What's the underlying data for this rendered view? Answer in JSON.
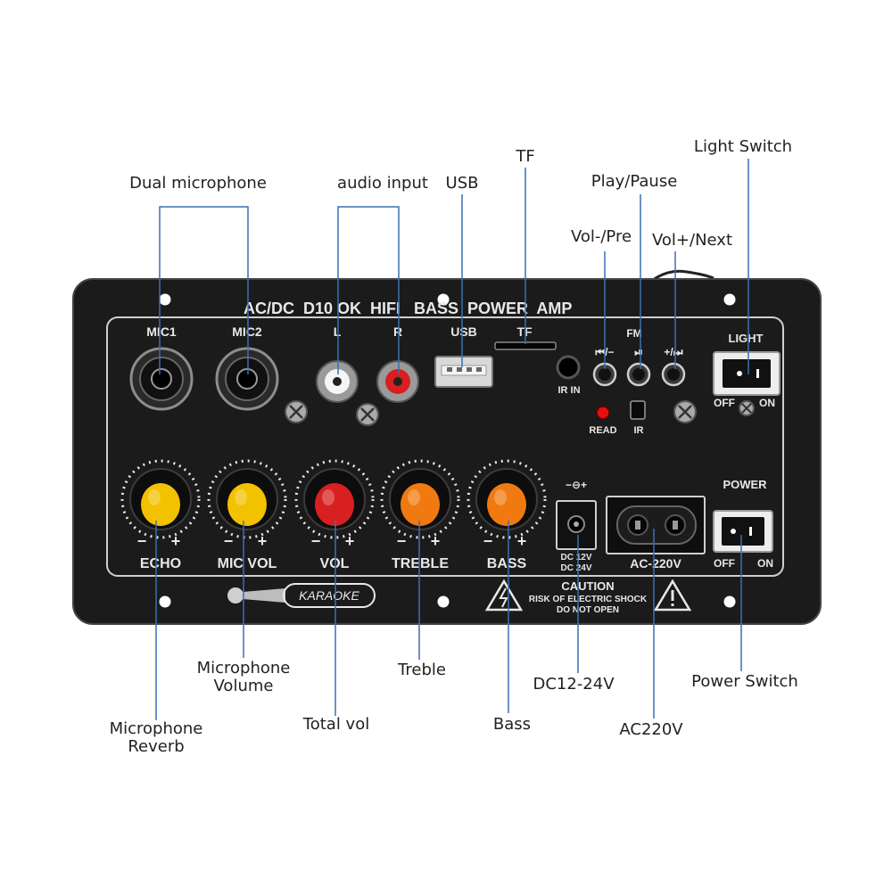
{
  "panel": {
    "title": "AC/DC  D10 OK  HIFI   BASS  POWER  AMP",
    "ports": {
      "mic1": "MIC1",
      "mic2": "MIC2",
      "left": "L",
      "right": "R",
      "usb": "USB",
      "tf": "TF",
      "fm": "FM",
      "ir_in": "IR IN",
      "read": "READ",
      "ir": "IR"
    },
    "buttons": {
      "prev": "⏮/−",
      "play": "⏯",
      "next": "+/⏭"
    },
    "light": {
      "title": "LIGHT",
      "off": "OFF",
      "on": "ON"
    },
    "power": {
      "title": "POWER",
      "off": "OFF",
      "on": "ON"
    },
    "knobs": [
      {
        "label": "ECHO",
        "color": "#f2c100"
      },
      {
        "label": "MIC VOL",
        "color": "#f2c100"
      },
      {
        "label": "VOL",
        "color": "#d92020"
      },
      {
        "label": "TREBLE",
        "color": "#f07a10"
      },
      {
        "label": "BASS",
        "color": "#f07a10"
      }
    ],
    "knob_minus": "−",
    "knob_plus": "+",
    "dc_symbol": "−⊖+",
    "dc_spec": [
      "DC 12V",
      "DC 24V"
    ],
    "ac_label": "AC-220V",
    "karaoke": "KARAOKE",
    "caution": {
      "title": "CAUTION",
      "line1": "RISK OF ELECTRIC SHOCK",
      "line2": "DO NOT OPEN"
    }
  },
  "callouts": {
    "dual_mic": "Dual microphone",
    "audio_input": "audio input",
    "usb": "USB",
    "tf": "TF",
    "play_pause": "Play/Pause",
    "light_switch": "Light Switch",
    "vol_pre": "Vol-/Pre",
    "vol_next": "Vol+/Next",
    "mic_volume": "Microphone\nVolume",
    "treble": "Treble",
    "dc": "DC12-24V",
    "power_switch": "Power Switch",
    "mic_reverb": "Microphone\nReverb",
    "total_vol": "Total vol",
    "bass": "Bass",
    "ac220": "AC220V"
  },
  "colors": {
    "panel": "#1b1b1b",
    "line": "#3a6fb5",
    "print": "#e8e8e8"
  }
}
